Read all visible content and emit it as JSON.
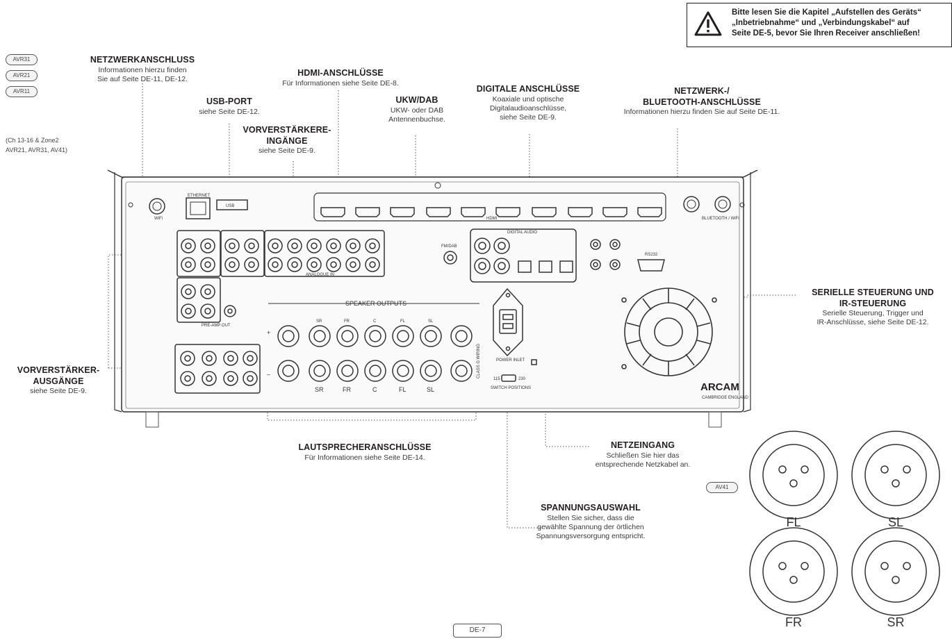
{
  "warning": {
    "line1": "Bitte lesen Sie die Kapitel „Aufstellen des Geräts“",
    "line2": "„Inbetriebnahme“ und „Verbindungskabel“ auf",
    "line3": "Seite DE-5, bevor Sie Ihren Receiver anschließen!"
  },
  "models": [
    "AVR31",
    "AVR21",
    "AVR11"
  ],
  "av41_badge": "AV41",
  "channels_note": {
    "line1": "(Ch 13-16 & Zone2",
    "line2": "AVR21, AVR31, AV41)"
  },
  "callouts": {
    "netzwerk": {
      "title": "NETZWERKANSCHLUSS",
      "line1": "Informationen hierzu finden",
      "line2": "Sie auf Seite DE-11, DE-12."
    },
    "usb": {
      "title": "USB-PORT",
      "line1": "siehe Seite DE-12."
    },
    "hdmi": {
      "title": "HDMI-ANSCHLÜSSE",
      "line1": "Für Informationen siehe Seite DE-8."
    },
    "vorverst_in": {
      "title1": "VORVERSTÄRKERE-",
      "title2": "INGÄNGE",
      "line1": "siehe Seite DE-9."
    },
    "ukw": {
      "title": "UKW/DAB",
      "line1": "UKW- oder DAB",
      "line2": "Antennenbuchse."
    },
    "digital": {
      "title": "DIGITALE ANSCHLÜSSE",
      "line1": "Koaxiale und optische",
      "line2": "Digitalaudioanschlüsse,",
      "line3": "siehe Seite DE-9."
    },
    "bluetooth": {
      "title1": "NETZWERK-/",
      "title2": "BLUETOOTH-ANSCHLÜSSE",
      "line1": "Informationen hierzu finden Sie auf Seite DE-11."
    },
    "seriell": {
      "title1": "SERIELLE STEUERUNG UND",
      "title2": "IR-STEUERUNG",
      "line1": "Serielle Steuerung, Trigger und",
      "line2": "IR-Anschlüsse, siehe Seite DE-12."
    },
    "vorverst_out": {
      "title1": "VORVERSTÄRKER-",
      "title2": "AUSGÄNGE",
      "line1": "siehe Seite DE-9."
    },
    "lautsprecher": {
      "title": "LAUTSPRECHERANSCHLÜSSE",
      "line1": "Für Informationen siehe Seite DE-14."
    },
    "netzeingang": {
      "title": "NETZEINGANG",
      "line1": "Schließen Sie hier das",
      "line2": "entsprechende Netzkabel an."
    },
    "spannung": {
      "title": "SPANNUNGSAUSWAHL",
      "line1": "Stellen Sie sicher, dass die",
      "line2": "gewählte Spannung der örtlichen",
      "line3": "Spannungsversorgung entspricht."
    }
  },
  "device": {
    "brand": "ARCAM",
    "brand_sub": "CAMBRIDGE ENGLAND",
    "speaker_header": "SPEAKER OUTPUTS",
    "speaker_top": [
      "SR",
      "FR",
      "C",
      "FL",
      "SL"
    ],
    "speaker_bottom": [
      "SR",
      "FR",
      "C",
      "FL",
      "SL"
    ],
    "class": "CLASS G WIRING",
    "power_inlet": "POWER INLET",
    "switch_label": "SWITCH POSITIONS",
    "voltage_115": "115",
    "voltage_230": "230",
    "digital_audio": "DIGITAL AUDIO",
    "hdmi_label": "HDMI",
    "rs232": "RS232",
    "ethernet": "ETHERNET",
    "usb": "USB",
    "antenna": "FM/DAB",
    "preamp_out": "PRE-AMP OUT",
    "analogue_in": "ANALOGUE IN",
    "wifi": "WiFi",
    "bluetooth": "BLUETOOTH / WiFi"
  },
  "xlr": [
    "FL",
    "SL",
    "FR",
    "SR"
  ],
  "page": "DE-7"
}
